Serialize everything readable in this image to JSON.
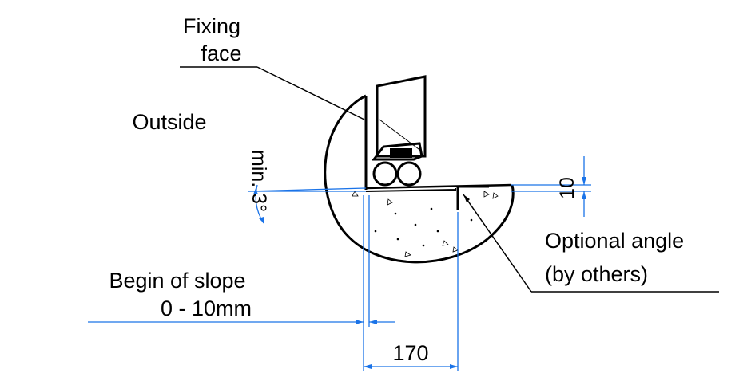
{
  "labels": {
    "fixing_face_line1": "Fixing",
    "fixing_face_line2": "face",
    "outside": "Outside",
    "min_slope": "min. 3°",
    "dim_10": "10",
    "optional_angle_line1": "Optional angle",
    "optional_angle_line2": "(by others)",
    "begin_slope_line1": "Begin of slope",
    "begin_slope_line2": "0 - 10mm",
    "dim_170": "170"
  },
  "colors": {
    "line": "#000000",
    "dimension": "#1a73e8",
    "background": "#ffffff"
  }
}
